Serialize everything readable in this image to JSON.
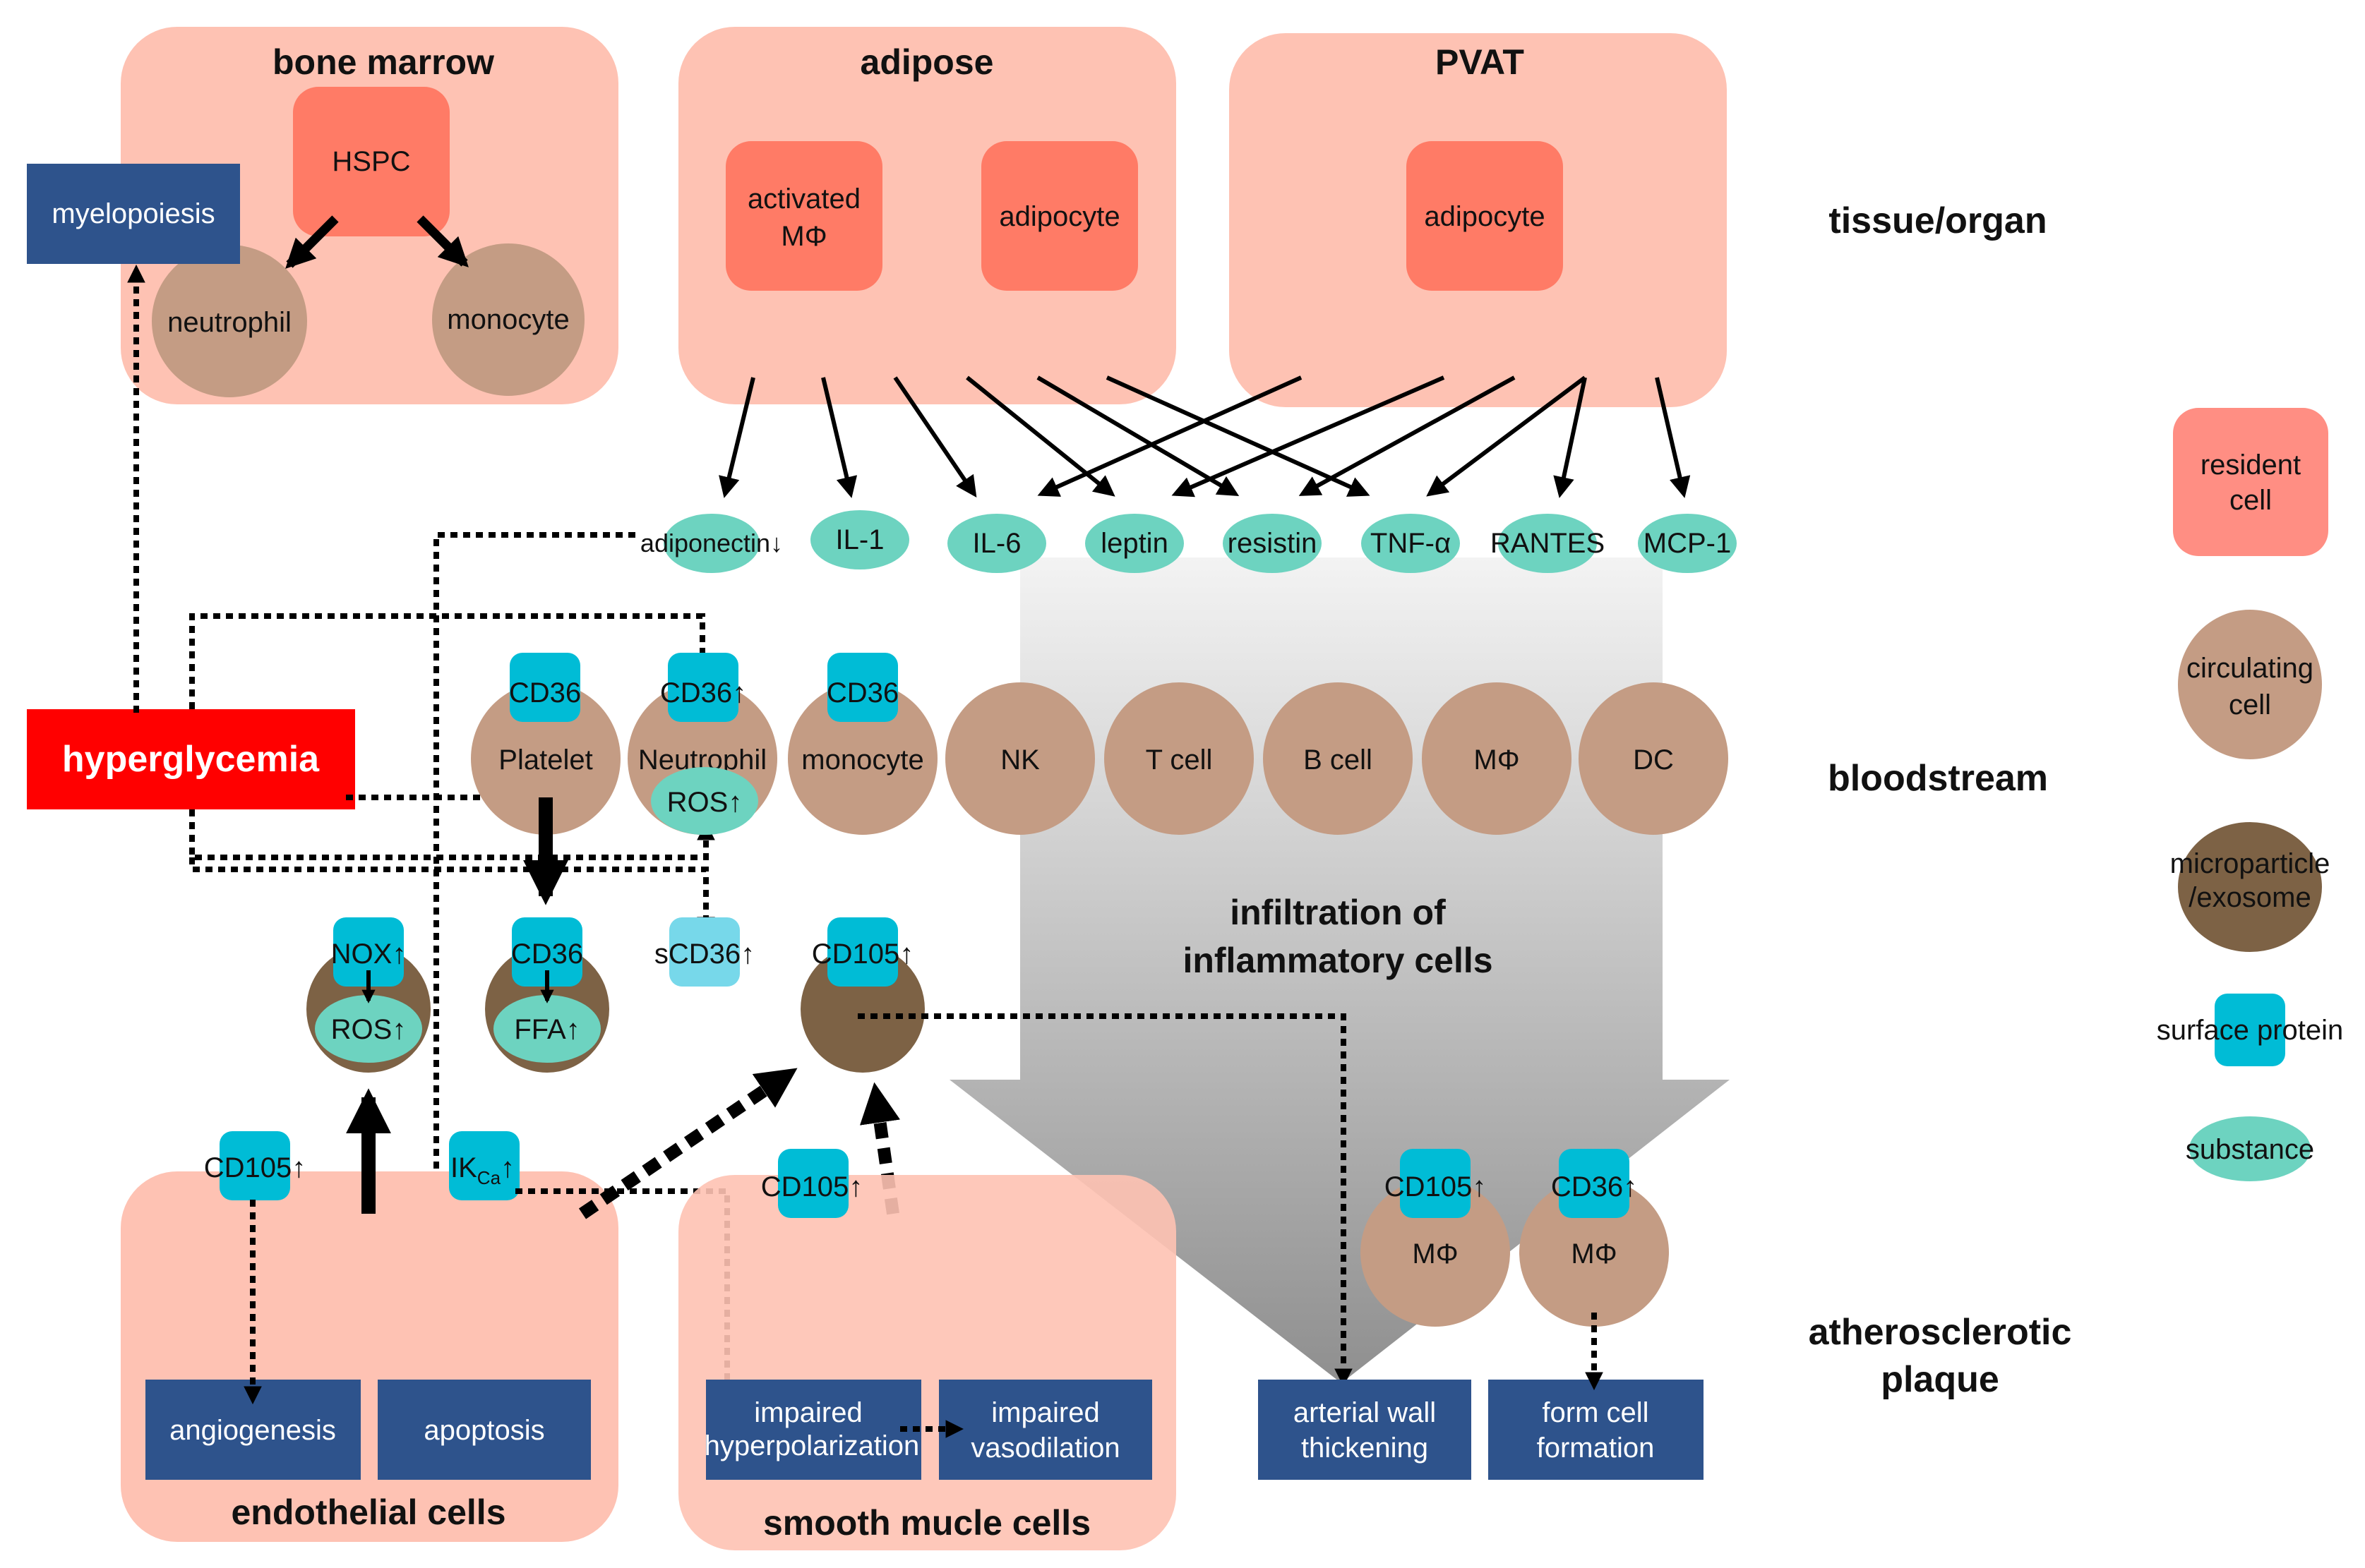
{
  "colors": {
    "organ_bg": "#fec2b3",
    "resident_cell": "#ff7b66",
    "legend_resident": "#ff8e83",
    "circulating_cell": "#c49c84",
    "microparticle": "#7d6245",
    "surface_protein": "#00bcd6",
    "soluble_protein": "#77d8ea",
    "substance": "#6dd3c0",
    "outcome": "#2e538c",
    "hyperglycemia": "#ff0000",
    "infiltration_arrow_top": "#efefef",
    "infiltration_arrow_bottom": "#9e9e9e"
  },
  "row_labels": {
    "tissue": "tissue/organ",
    "bloodstream": "bloodstream",
    "plaque_line1": "atherosclerotic",
    "plaque_line2": "plaque"
  },
  "organs": {
    "bone_marrow": {
      "title": "bone marrow",
      "hspc": "HSPC",
      "neutrophil": "neutrophil",
      "monocyte": "monocyte"
    },
    "adipose": {
      "title": "adipose",
      "activated_mphi_line1": "activated",
      "activated_mphi_line2": "MΦ",
      "adipocyte": "adipocyte"
    },
    "pvat": {
      "title": "PVAT",
      "adipocyte": "adipocyte"
    }
  },
  "myelopoiesis": "myelopoiesis",
  "hyperglycemia": "hyperglycemia",
  "substances": [
    "adiponectin↓",
    "IL-1",
    "IL-6",
    "leptin",
    "resistin",
    "TNF-α",
    "RANTES",
    "MCP-1"
  ],
  "blood_cells": {
    "platelet": {
      "label": "Platelet",
      "protein": "CD36"
    },
    "neutrophil": {
      "label": "Neutrophil",
      "protein": "CD36↑",
      "substance": "ROS↑"
    },
    "monocyte": {
      "label": "monocyte",
      "protein": "CD36"
    },
    "others": [
      "NK",
      "T cell",
      "B cell",
      "MΦ",
      "DC"
    ]
  },
  "microparticles": {
    "nox": {
      "protein": "NOX↑",
      "substance": "ROS↑"
    },
    "cd36": {
      "protein": "CD36",
      "substance": "FFA↑"
    },
    "scd36": "sCD36↑",
    "cd105": {
      "protein": "CD105↑"
    }
  },
  "infiltration_line1": "infiltration of",
  "infiltration_line2": "inflammatory cells",
  "endothelial": {
    "title": "endothelial cells",
    "cd105": "CD105↑",
    "ikca_main": "IK",
    "ikca_sub": "Ca",
    "ikca_arrow": "↑",
    "angiogenesis": "angiogenesis",
    "apoptosis": "apoptosis"
  },
  "smooth_muscle": {
    "title": "smooth mucle cells",
    "cd105": "CD105↑",
    "hyperpol_line1": "impaired",
    "hyperpol_line2": "hyperpolarization",
    "vasodil_line1": "impaired",
    "vasodil_line2": "vasodilation"
  },
  "plaque": {
    "mphi1": {
      "protein": "CD105↑",
      "label": "MΦ"
    },
    "mphi2": {
      "protein": "CD36↑",
      "label": "MΦ"
    },
    "arterial_line1": "arterial wall",
    "arterial_line2": "thickening",
    "foam_line1": "form cell",
    "foam_line2": "formation"
  },
  "legend": {
    "resident_line1": "resident",
    "resident_line2": "cell",
    "circulating_line1": "circulating",
    "circulating_line2": "cell",
    "micro_line1": "microparticle",
    "micro_line2": "/exosome",
    "surface_protein": "surface protein",
    "substance": "substance"
  }
}
